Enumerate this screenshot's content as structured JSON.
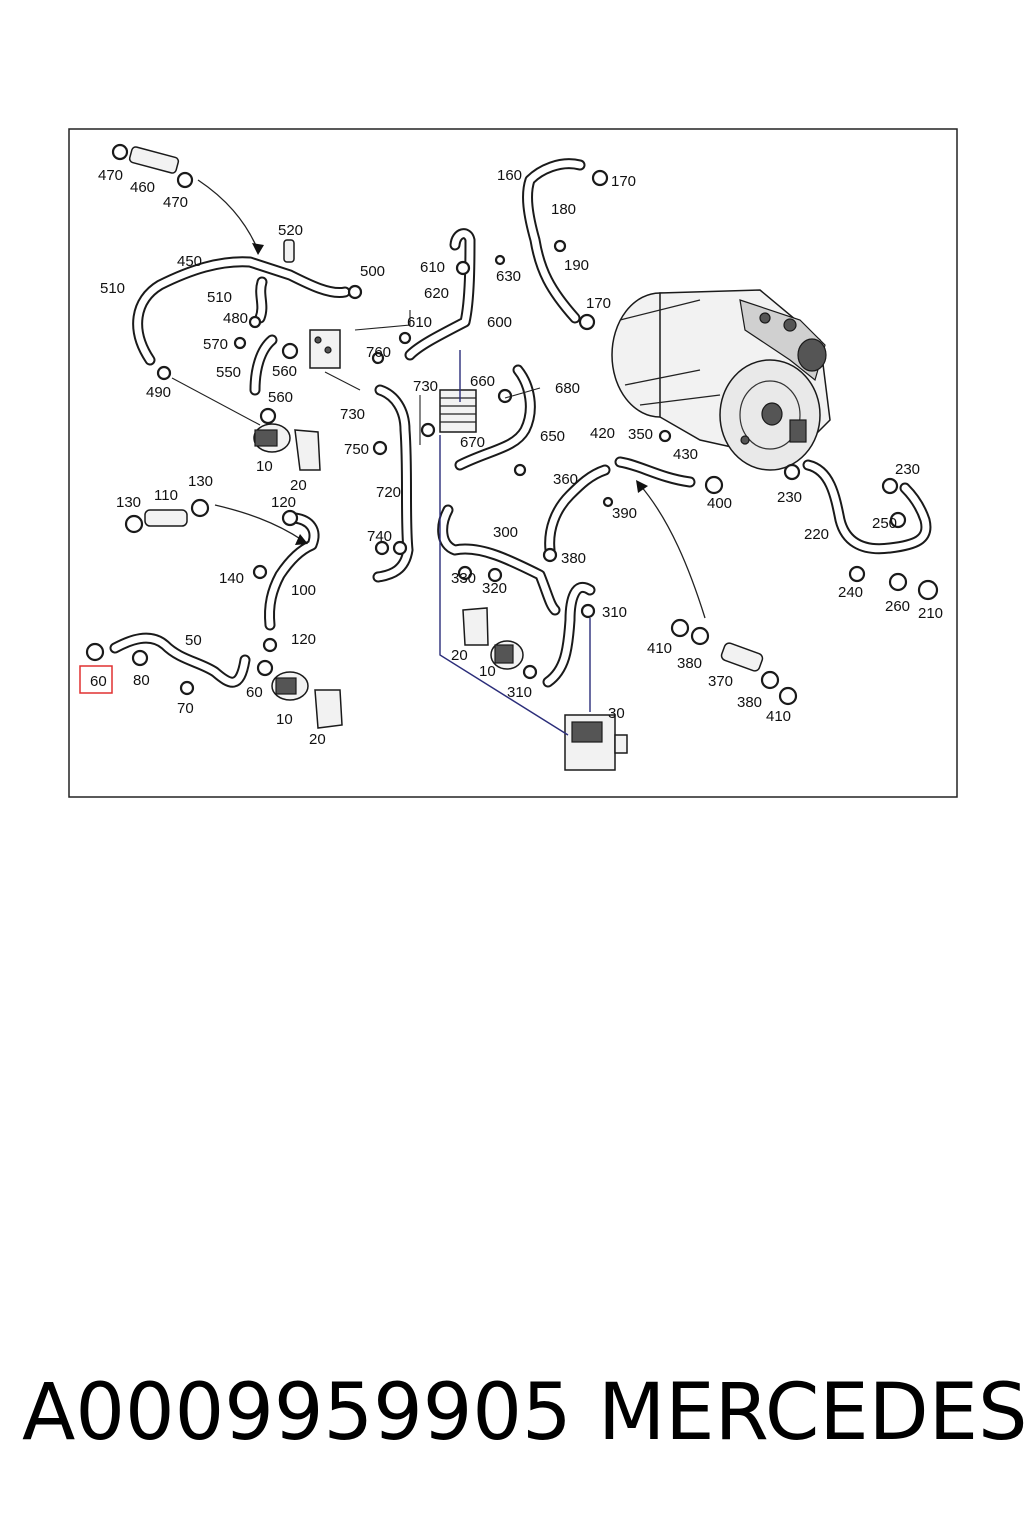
{
  "diagram": {
    "labels": [
      "470",
      "460",
      "470",
      "520",
      "450",
      "500",
      "510",
      "510",
      "480",
      "570",
      "550",
      "560",
      "560",
      "490",
      "10",
      "20",
      "610",
      "620",
      "630",
      "610",
      "600",
      "760",
      "730",
      "730",
      "660",
      "680",
      "670",
      "650",
      "750",
      "720",
      "740",
      "160",
      "170",
      "180",
      "190",
      "170",
      "420",
      "350",
      "430",
      "360",
      "390",
      "400",
      "230",
      "230",
      "250",
      "220",
      "240",
      "260",
      "210",
      "130",
      "110",
      "130",
      "120",
      "100",
      "140",
      "120",
      "50",
      "60",
      "80",
      "70",
      "60",
      "10",
      "20",
      "300",
      "330",
      "320",
      "380",
      "310",
      "20",
      "10",
      "310",
      "30",
      "410",
      "380",
      "370",
      "380",
      "410"
    ],
    "highlighted_label": "60"
  },
  "caption": {
    "part_number": "A0009959905",
    "brand": "MERCEDES"
  },
  "colors": {
    "highlight_box": "#e03030",
    "leader_blue": "#2b2d7a"
  }
}
